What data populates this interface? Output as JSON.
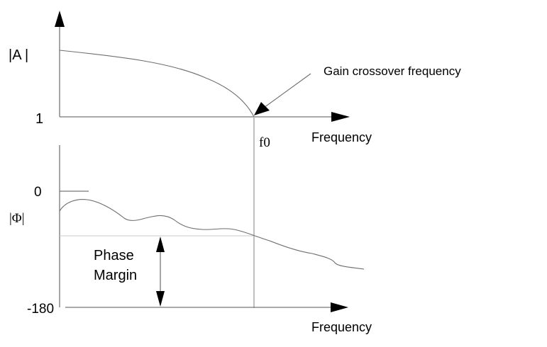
{
  "diagram": {
    "title": "Gain and phase margin illustration",
    "magnitude_plot": {
      "y_label": "|A |",
      "y_reference": "1",
      "x_label": "Frequency",
      "curve": "decreasing magnitude crossing 1 at f0"
    },
    "crossover": {
      "marker_label": "f0",
      "annotation": "Gain crossover frequency"
    },
    "phase_plot": {
      "y_label": "|Φ|",
      "y_top": "0",
      "y_bottom": "-180",
      "x_label": "Frequency",
      "margin_label_line1": "Phase",
      "margin_label_line2": "Margin"
    }
  }
}
